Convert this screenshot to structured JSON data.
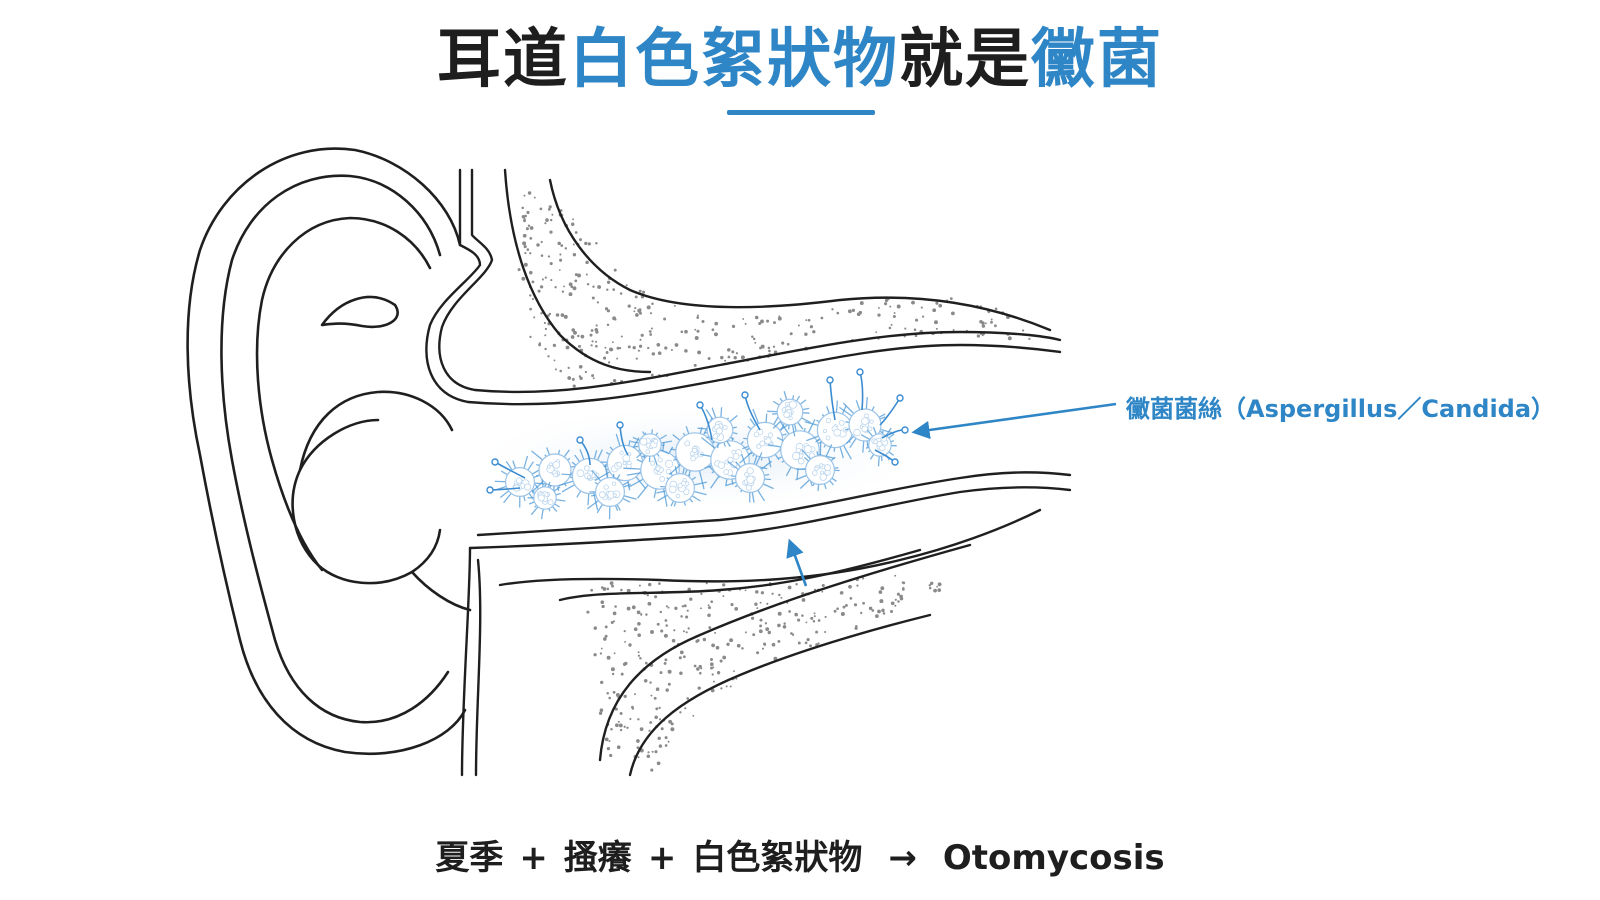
{
  "title": {
    "part1": "耳道",
    "part2": "白色絮狀物",
    "part3": "就是",
    "part4": "黴菌"
  },
  "label_fungus": "黴菌菌絲（Aspergillus／Candida）",
  "formula": {
    "term1": "夏季",
    "op1": "+",
    "term2": "搔癢",
    "op2": "+",
    "term3": "白色絮狀物",
    "arrow": "→",
    "result": "Otomycosis"
  },
  "colors": {
    "accent": "#2f86c6",
    "ink": "#1e1e1e"
  }
}
